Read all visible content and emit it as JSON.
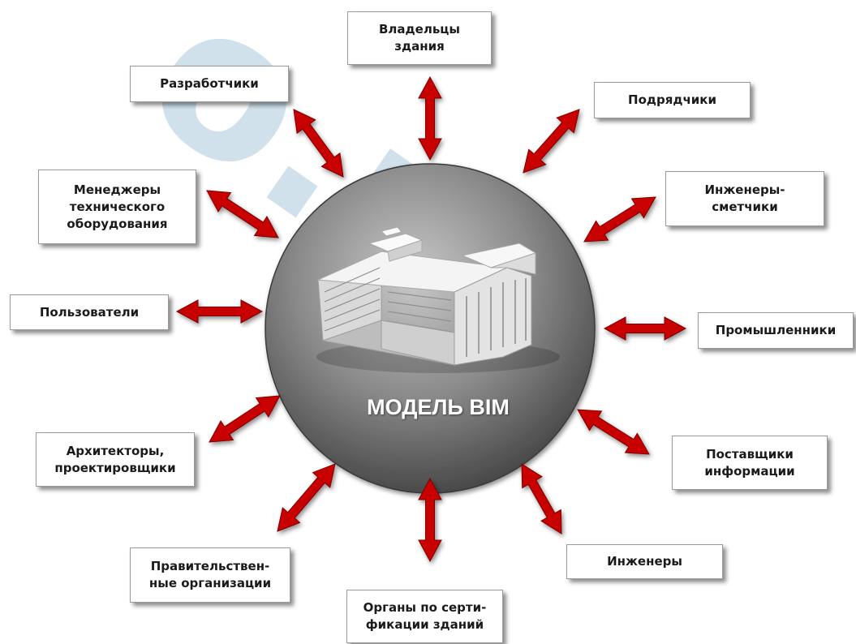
{
  "center": {
    "label": "МОДЕЛЬ BIM",
    "image": "building-model-3d"
  },
  "stakeholders": [
    {
      "id": "owners",
      "label": "Владельцы\nздания"
    },
    {
      "id": "contractors",
      "label": "Подрядчики"
    },
    {
      "id": "estimators",
      "label": "Инженеры-\nсметчики"
    },
    {
      "id": "industrialists",
      "label": "Промышленники"
    },
    {
      "id": "info-suppliers",
      "label": "Поставщики\nинформации"
    },
    {
      "id": "engineers",
      "label": "Инженеры"
    },
    {
      "id": "certification",
      "label": "Органы по серти-\nфикации зданий"
    },
    {
      "id": "government",
      "label": "Правительствен-\nные организации"
    },
    {
      "id": "architects",
      "label": "Архитекторы,\nпроектировщики"
    },
    {
      "id": "users",
      "label": "Пользователи"
    },
    {
      "id": "facility-managers",
      "label": "Менеджеры\nтехнического\nоборудования"
    },
    {
      "id": "developers",
      "label": "Разработчики"
    }
  ],
  "watermark": "o.ru",
  "colors": {
    "arrow": "#c80000",
    "arrow_dark": "#7a0000",
    "circle_light": "#b4b4b4",
    "circle_dark": "#5a5a5a",
    "box_border": "#9a9a9a"
  }
}
